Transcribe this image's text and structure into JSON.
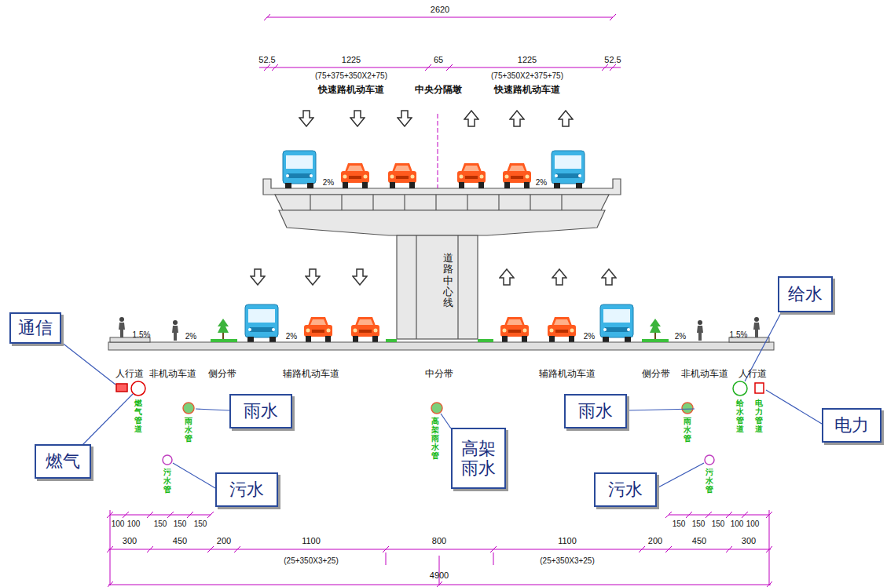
{
  "diagram": {
    "nodes": [
      {
        "text": [
          "通信"
        ]
      },
      {
        "text": [
          "燃气"
        ]
      },
      {
        "text": [
          "雨水"
        ]
      },
      {
        "text": [
          "污水"
        ]
      },
      {
        "text": [
          "高架雨水"
        ]
      },
      {
        "text": [
          "雨水"
        ]
      },
      {
        "text": [
          "污水"
        ]
      },
      {
        "text": [
          "给水"
        ]
      },
      {
        "text": [
          "电力"
        ]
      }
    ],
    "labels": [
      "2620",
      "52.5",
      "1225",
      "65",
      "1225",
      "52.5",
      "(75+375+350X2+75)",
      "(75+350X2+375+75)",
      "快速路机动车道",
      "中央分隔墩",
      "快速路机动车道",
      "2%",
      "2%",
      "道路中心线",
      "1.5%",
      "2%",
      "2%",
      "2%",
      "2%",
      "1.5%",
      "人行道",
      "非机动车道",
      "侧分带",
      "辅路机动车道",
      "中分带",
      "辅路机动车道",
      "侧分带",
      "非机动车道",
      "人行道",
      "燃气管道",
      "雨水管",
      "污水管",
      "高架雨水管",
      "雨水管",
      "污水管",
      "给水管道",
      "电力管道",
      "100",
      "100",
      "150",
      "150",
      "150",
      "150",
      "150",
      "150",
      "100",
      "100",
      "300",
      "450",
      "200",
      "1100",
      "800",
      "1100",
      "200",
      "450",
      "300",
      "(25+350X3+25)",
      "(25+350X3+25)",
      "4900"
    ]
  }
}
